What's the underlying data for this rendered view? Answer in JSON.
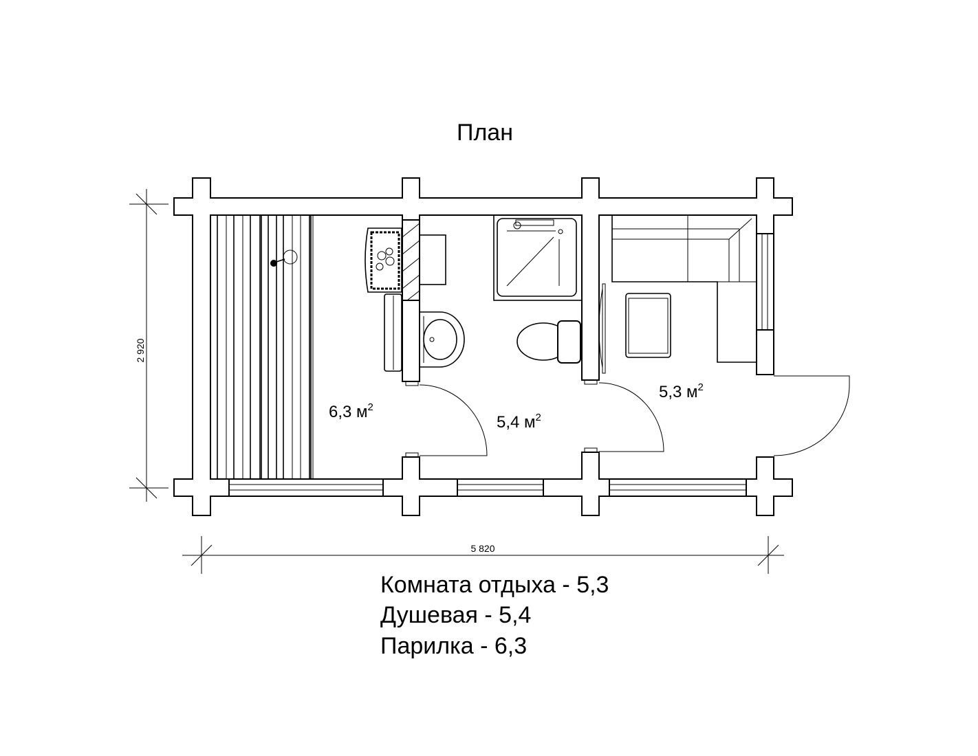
{
  "title": "План",
  "dimensions": {
    "height_label": "2 920",
    "width_label": "5 820"
  },
  "rooms": [
    {
      "area": "6,3 м",
      "sup": "2"
    },
    {
      "area": "5,4 м",
      "sup": "2"
    },
    {
      "area": "5,3 м",
      "sup": "2"
    }
  ],
  "legend": [
    "Комната отдыха - 5,3",
    "Душевая - 5,4",
    "Парилка - 6,3"
  ]
}
